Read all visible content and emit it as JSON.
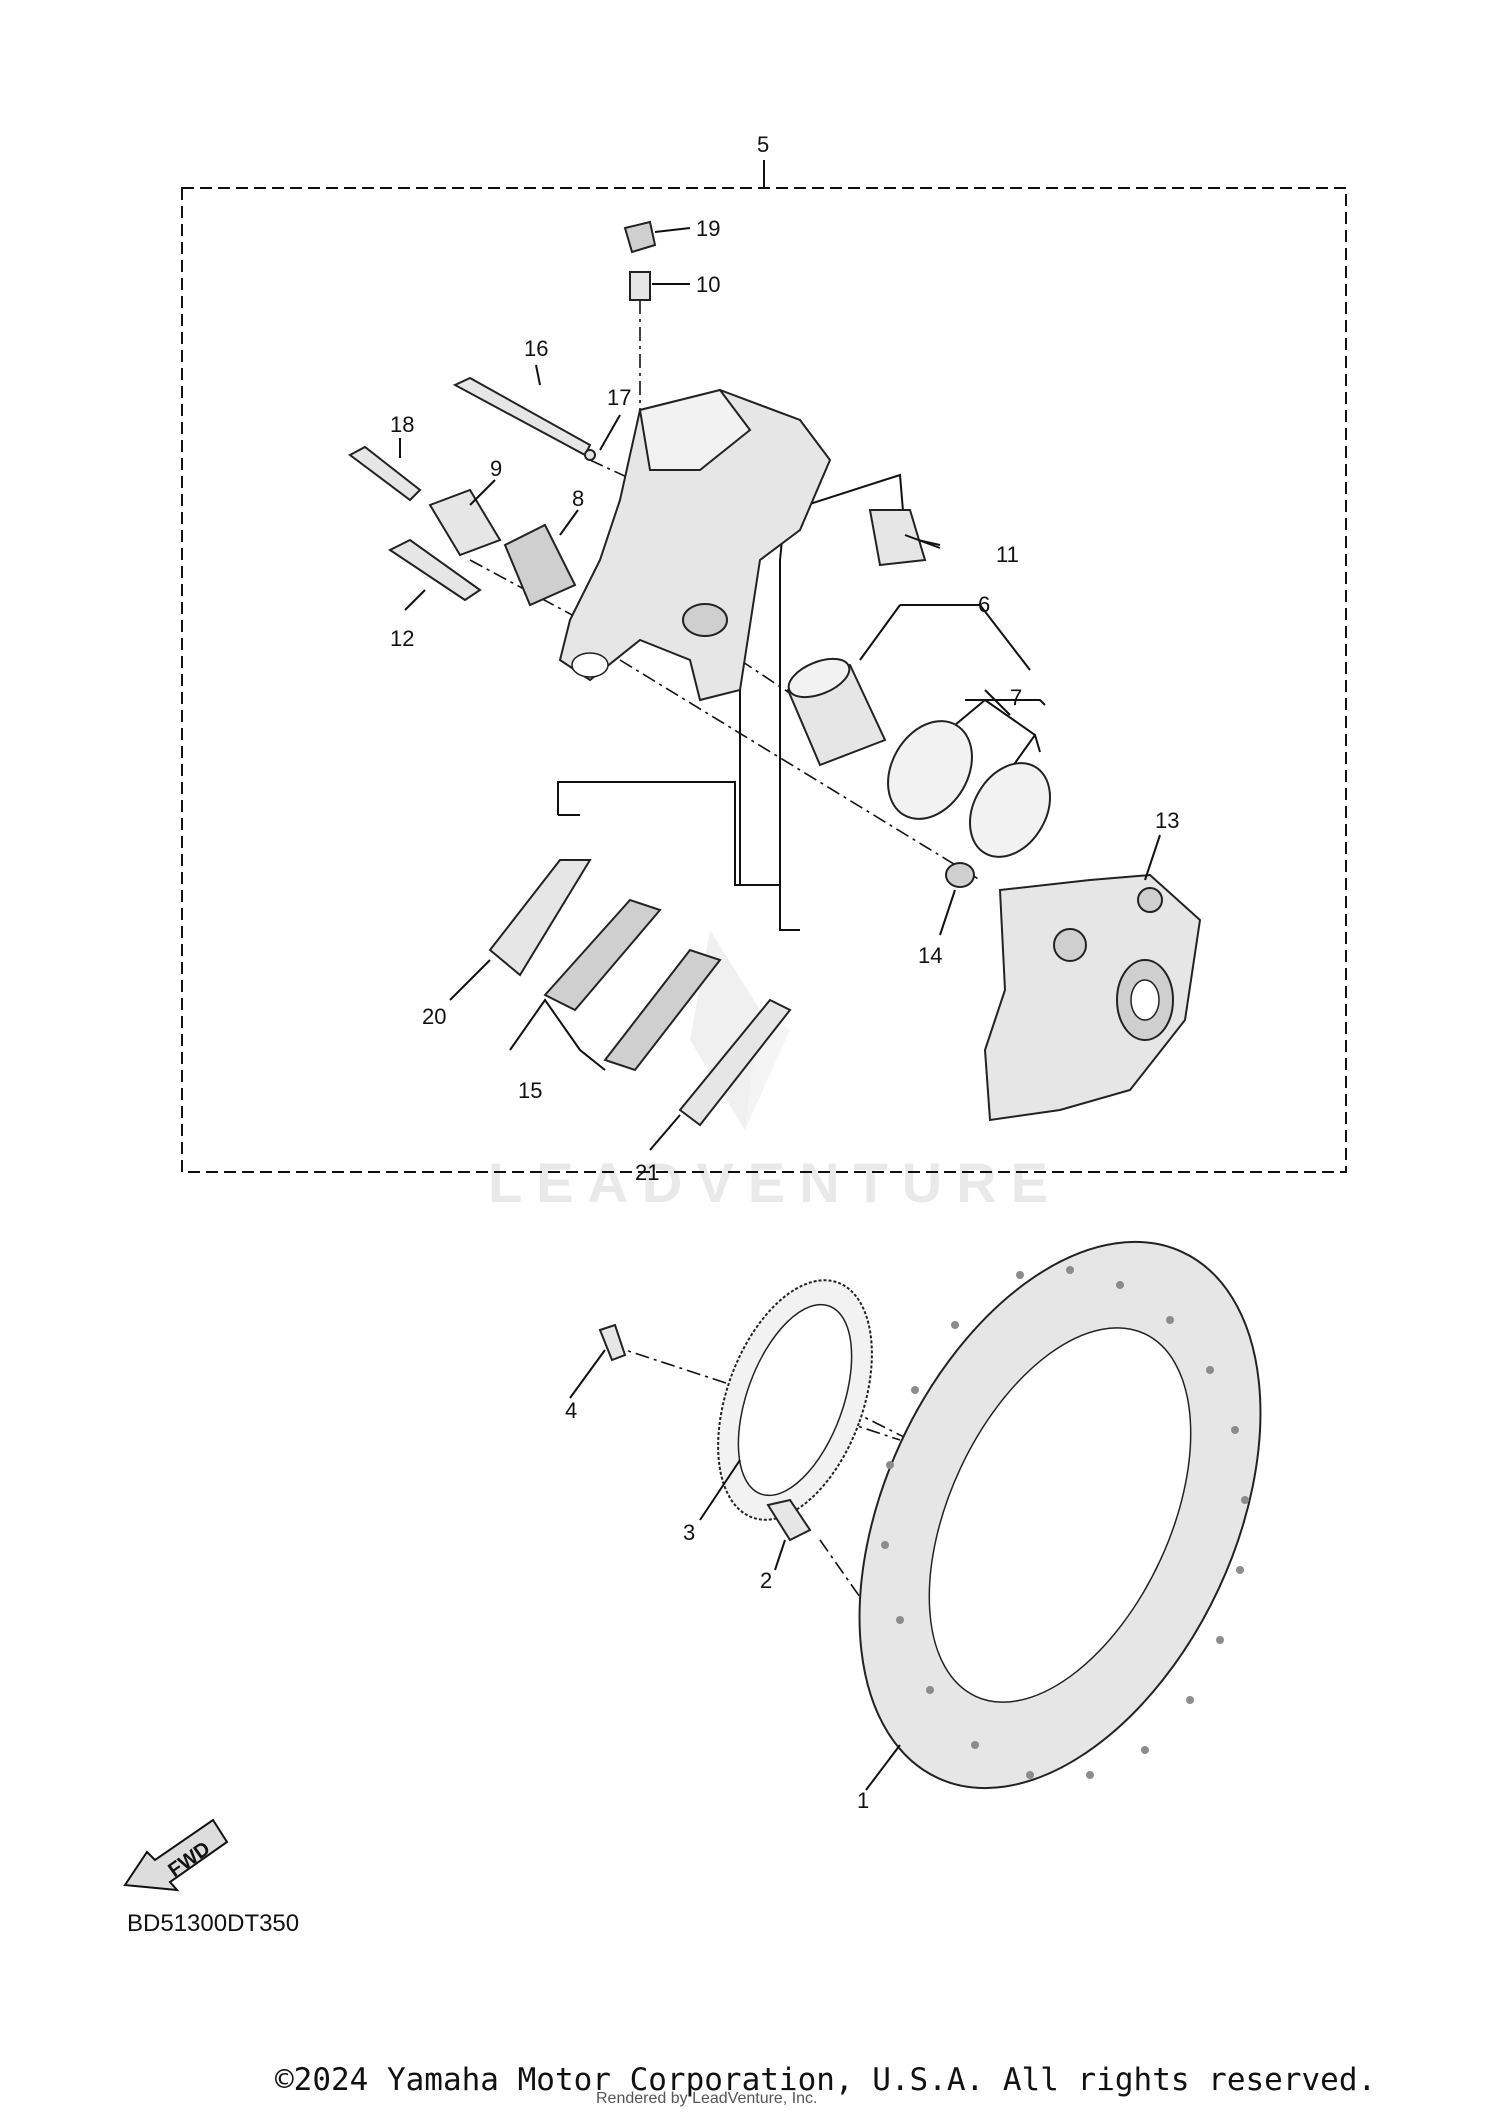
{
  "diagram": {
    "callouts": [
      "1",
      "2",
      "3",
      "4",
      "5",
      "6",
      "7",
      "8",
      "9",
      "10",
      "11",
      "12",
      "13",
      "14",
      "15",
      "16",
      "17",
      "18",
      "19",
      "20",
      "21"
    ],
    "diagram_code": "BD51300DT350",
    "fwd_label": "FWD",
    "watermark": "LEADVENTURE",
    "copyright": "©2024 Yamaha Motor Corporation, U.S.A. All rights reserved.",
    "rendered_by": "Rendered by LeadVenture, Inc."
  }
}
